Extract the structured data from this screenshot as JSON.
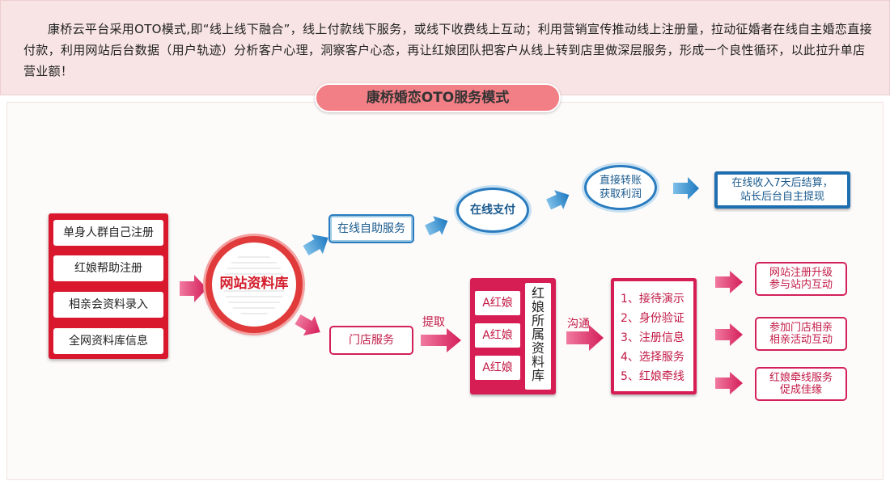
{
  "intro": {
    "text": "康桥云平台采用OTO模式,即“线上线下融合”，线上付款线下服务，或线下收费线上互动；利用营销宣传推动线上注册量，拉动征婚者在线自主婚恋直接付款，利用网站后台数据（用户轨迹）分析客户心理，洞察客户心态，再让红娘团队把客户从线上转到店里做深层服务，形成一个良性循环，以此拉升单店营业额！"
  },
  "title": "康桥婚恋OTO服务模式",
  "sources": [
    "单身人群自己注册",
    "红娘帮助注册",
    "相亲会资料录入",
    "全网资料库信息"
  ],
  "database": "网站资料库",
  "online": {
    "self_service": "在线自助服务",
    "payment": "在线支付",
    "transfer_line1": "直接转账",
    "transfer_line2": "获取利润",
    "settle_line1": "在线收入7天后结算，",
    "settle_line2": "站长后台自主提现"
  },
  "offline": {
    "store_service": "门店服务",
    "extract_label": "提取",
    "matchmakers": [
      "A红娘",
      "A红娘",
      "A红娘"
    ],
    "matchmaker_db_label": "红娘所属资料库",
    "communicate_label": "沟通",
    "steps": [
      "1、接待演示",
      "2、身份验证",
      "3、注册信息",
      "4、选择服务",
      "5、红娘牵线"
    ],
    "outcomes": [
      {
        "line1": "网站注册升级",
        "line2": "参与站内互动"
      },
      {
        "line1": "参加门店相亲",
        "line2": "相亲活动互动"
      },
      {
        "line1": "红娘牵线服务",
        "line2": "促成佳缘"
      }
    ]
  },
  "colors": {
    "brand_red": "#d9182e",
    "pink": "#d61e55",
    "blue": "#2a7cbf",
    "title_pill": "#f27f86"
  }
}
